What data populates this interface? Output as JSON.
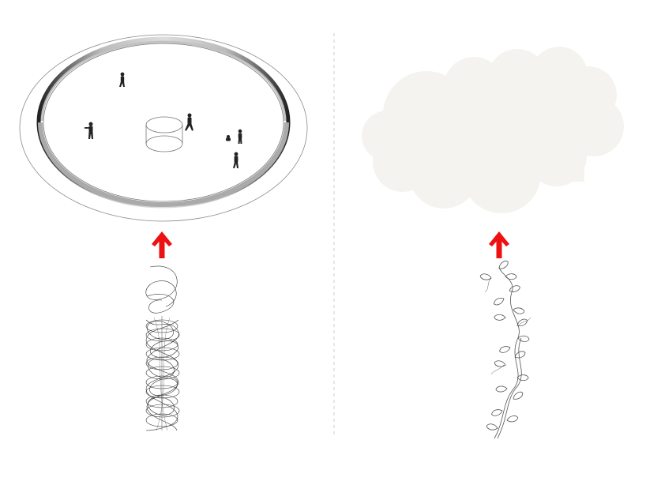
{
  "diagram": {
    "left_panel": {
      "subject": "ring-platform-with-people",
      "source": "spiral-coil"
    },
    "right_panel": {
      "subject": "cloud",
      "source": "climbing-vine"
    },
    "colors": {
      "arrow": "#ee1111",
      "cloud_fill": "#f4f3ef",
      "ring_shade": "#a8a8a8",
      "line": "#333333",
      "divider": "#cccccc",
      "figure": "#222222"
    }
  }
}
